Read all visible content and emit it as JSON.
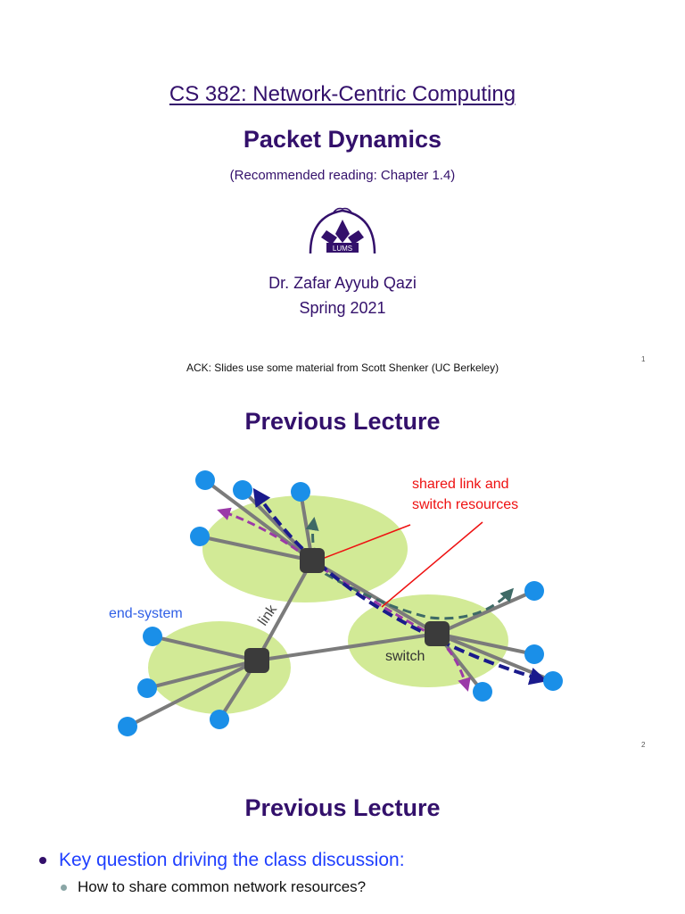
{
  "slide1": {
    "course": "CS 382: Network-Centric Computing",
    "title": "Packet Dynamics",
    "reading": "(Recommended reading: Chapter 1.4)",
    "logo_text": "LUMS",
    "author": "Dr. Zafar Ayyub Qazi",
    "term": "Spring 2021",
    "ack": "ACK: Slides use some material from Scott Shenker (UC Berkeley)",
    "page_number": "1"
  },
  "slide2": {
    "title": "Previous Lecture",
    "labels": {
      "shared": [
        "shared link and",
        "switch resources"
      ],
      "end_system": "end-system",
      "link": "link",
      "switch": "switch"
    },
    "page_number": "2",
    "colors": {
      "node": "#1a8fe8",
      "cluster": "#d2ea96",
      "switch": "#3b3b3b",
      "link": "#7b7b7b",
      "path_blue": "#1a1a8c",
      "path_teal": "#3e6a66",
      "path_purple": "#9b3aa8",
      "annotation": "#ee1111"
    }
  },
  "slide3": {
    "title": "Previous Lecture",
    "bullet": "Key question driving the class discussion:",
    "sub_bullet": "How to share common network resources?"
  }
}
